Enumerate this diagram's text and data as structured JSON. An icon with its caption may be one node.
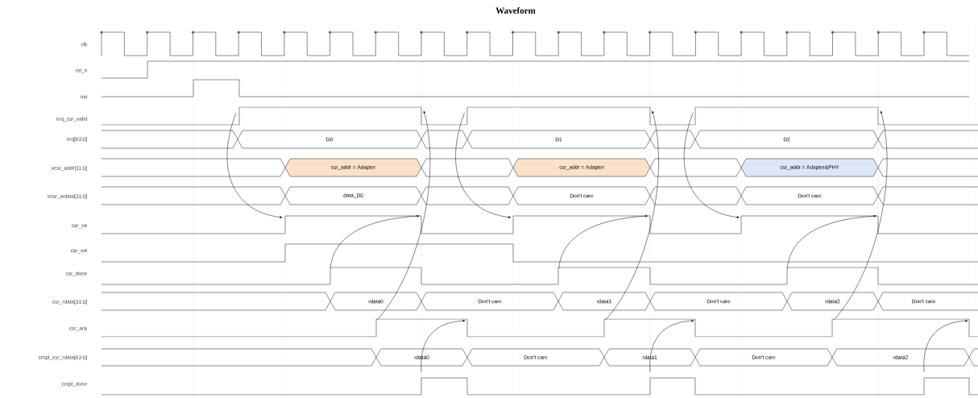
{
  "diagram": {
    "title": "Waveform",
    "nodes": [
      {
        "text": [
          "D0"
        ]
      },
      {
        "text": [
          "D1"
        ]
      },
      {
        "text": [
          "D2"
        ]
      },
      {
        "text": [
          "csr_addr = Adapter"
        ]
      },
      {
        "text": [
          "csr_addr = Adapter"
        ]
      },
      {
        "text": [
          "csr_addr = Adapter&PHY"
        ]
      },
      {
        "text": [
          "data_D0"
        ]
      },
      {
        "text": [
          "Don't care"
        ]
      },
      {
        "text": [
          "Don't care"
        ]
      },
      {
        "text": [
          "rdata0"
        ]
      },
      {
        "text": [
          "Don't care"
        ]
      },
      {
        "text": [
          "rdata1"
        ]
      },
      {
        "text": [
          "Don't care"
        ]
      },
      {
        "text": [
          "rdata2"
        ]
      },
      {
        "text": [
          "Don't care"
        ]
      },
      {
        "text": [
          "rdata0"
        ]
      },
      {
        "text": [
          "Don't care"
        ]
      },
      {
        "text": [
          "rdata1"
        ]
      },
      {
        "text": [
          "Don't care"
        ]
      },
      {
        "text": [
          "rdata2"
        ]
      }
    ],
    "labels": [
      "clk",
      "rst_n",
      "init",
      "req_csr_valid",
      "req[63:0]",
      "ocsr_addr[11:0]",
      "ocsr_wdata[31:0]",
      "csr_oe",
      "csr_we",
      "csr_done",
      "csr_rdata[31:0]",
      "csr_ack",
      "cmpl_csr_rdata[63:0]",
      "cmpl_done"
    ]
  }
}
